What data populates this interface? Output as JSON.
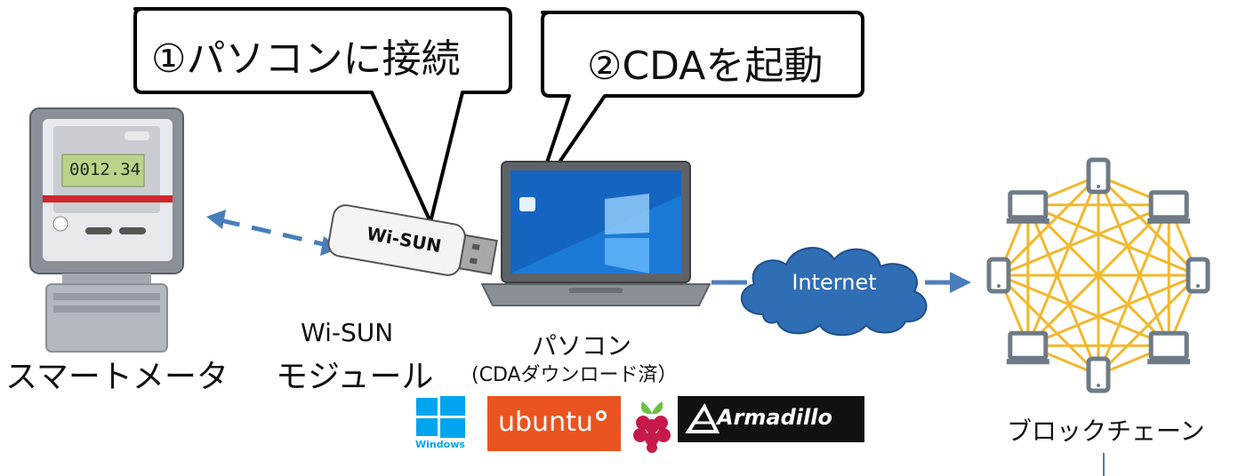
{
  "callouts": {
    "connect": "①パソコンに接続",
    "start": "②CDAを起動"
  },
  "meter": {
    "display": "0012.34",
    "label": "スマートメータ"
  },
  "dongle": {
    "print": "Wi-SUN",
    "label_line1": "Wi-SUN",
    "label_line2": "モジュール"
  },
  "pc": {
    "label_line1": "パソコン",
    "label_line2": "(CDAダウンロード済）"
  },
  "internet": {
    "label": "Internet"
  },
  "blockchain": {
    "label": "ブロックチェーン"
  },
  "os_logos": {
    "windows": "Windows",
    "ubuntu": "ubuntu",
    "armadillo": "Armadillo"
  },
  "colors": {
    "arrow": "#4a7ebb",
    "cloud": "#2f6db5",
    "mesh": "#f2b82e",
    "device": "#6e7b87",
    "windows": "#00a4ef",
    "ubuntu": "#e95420",
    "raspberry": "#c51a4a"
  }
}
